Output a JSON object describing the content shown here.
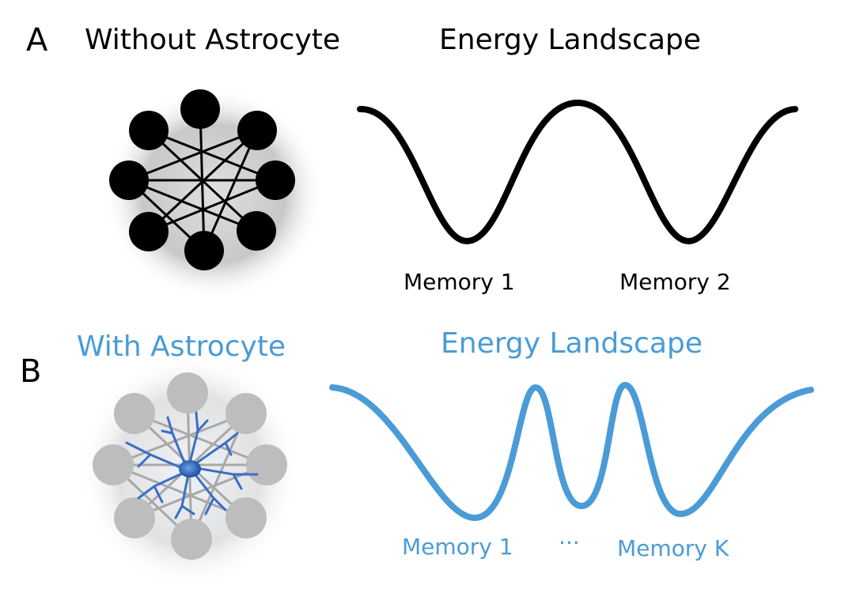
{
  "panel_a": {
    "letter": "A",
    "title": "Without Astrocyte",
    "landscape_title": "Energy Landscape",
    "memory_labels": [
      "Memory 1",
      "Memory 2"
    ]
  },
  "panel_b": {
    "letter": "B",
    "title": "With Astrocyte",
    "landscape_title": "Energy Landscape",
    "memory_labels": [
      "Memory 1",
      "···",
      "Memory K"
    ]
  },
  "colors": {
    "black": "#000000",
    "blue": "#4a9bd6",
    "node_gray": "#bdbdbd",
    "astrocyte": "#3a6fc4"
  }
}
